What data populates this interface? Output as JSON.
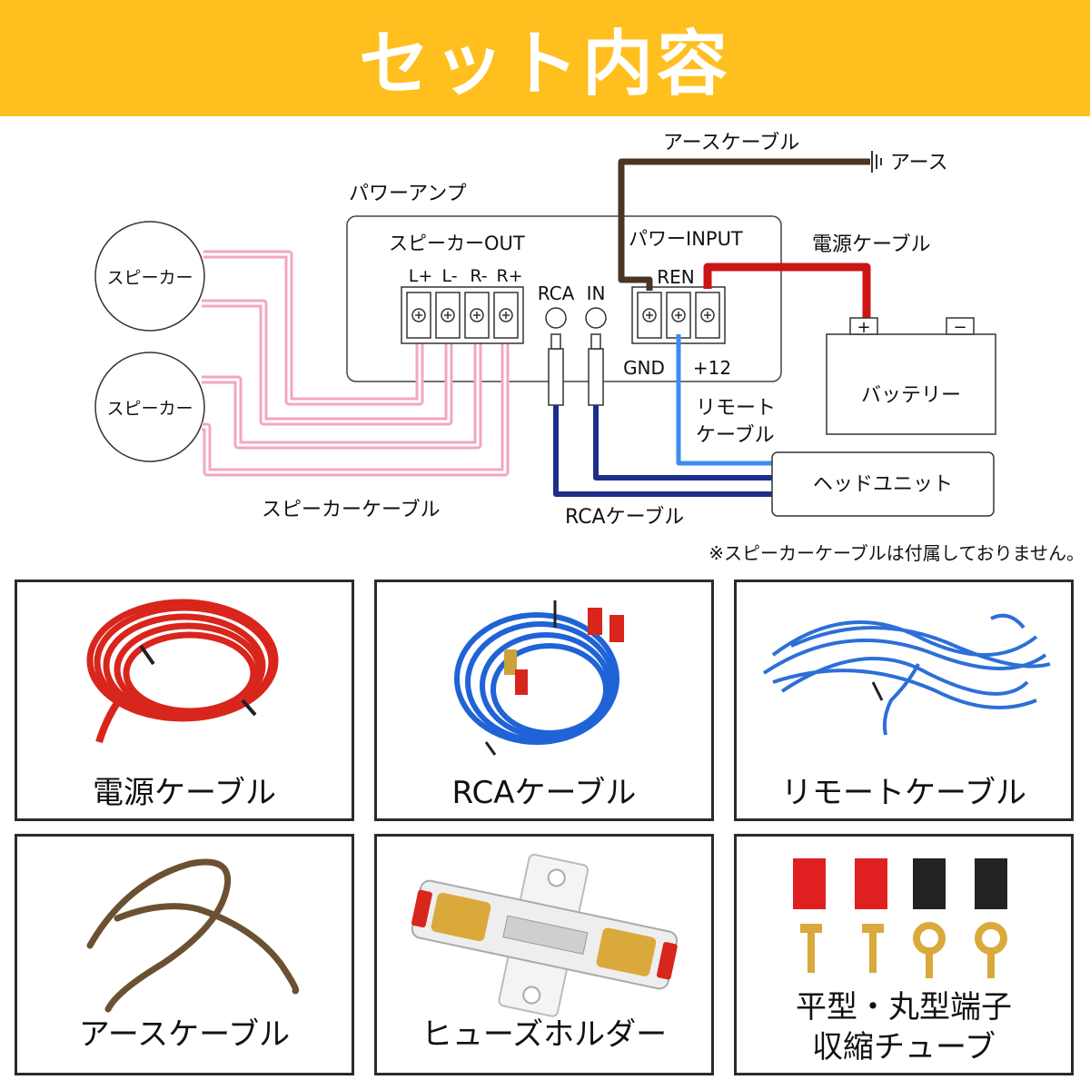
{
  "header": {
    "title": "セット内容"
  },
  "diagram": {
    "earth_cable": "アースケーブル",
    "earth": "アース",
    "power_amp": "パワーアンプ",
    "speaker_out": "スピーカーOUT",
    "terminals": [
      "L+",
      "L-",
      "R-",
      "R+"
    ],
    "rca": "RCA",
    "in": "IN",
    "power_input": "パワーINPUT",
    "ren": "REN",
    "gnd": "GND",
    "plus12": "+12",
    "power_cable": "電源ケーブル",
    "battery": "バッテリー",
    "plus": "+",
    "minus": "−",
    "speaker1": "スピーカー",
    "speaker2": "スピーカー",
    "remote_cable_1": "リモート",
    "remote_cable_2": "ケーブル",
    "head_unit": "ヘッドユニット",
    "speaker_cable": "スピーカーケーブル",
    "rca_cable": "RCAケーブル",
    "note": "※スピーカーケーブルは付属しておりません。"
  },
  "items": [
    {
      "label": "電源ケーブル"
    },
    {
      "label": "RCAケーブル"
    },
    {
      "label": "リモートケーブル"
    },
    {
      "label": "アースケーブル"
    },
    {
      "label": "ヒューズホルダー"
    },
    {
      "label_line1": "平型・丸型端子",
      "label_line2": "収縮チューブ"
    }
  ],
  "colors": {
    "header_bg": "#ffbf1f",
    "power_cable": "#cc1414",
    "earth_cable": "#4a3422",
    "remote_cable": "#3a8ef0",
    "rca_cable": "#1d2f8a",
    "speaker_cable": "#f3a6c4"
  }
}
